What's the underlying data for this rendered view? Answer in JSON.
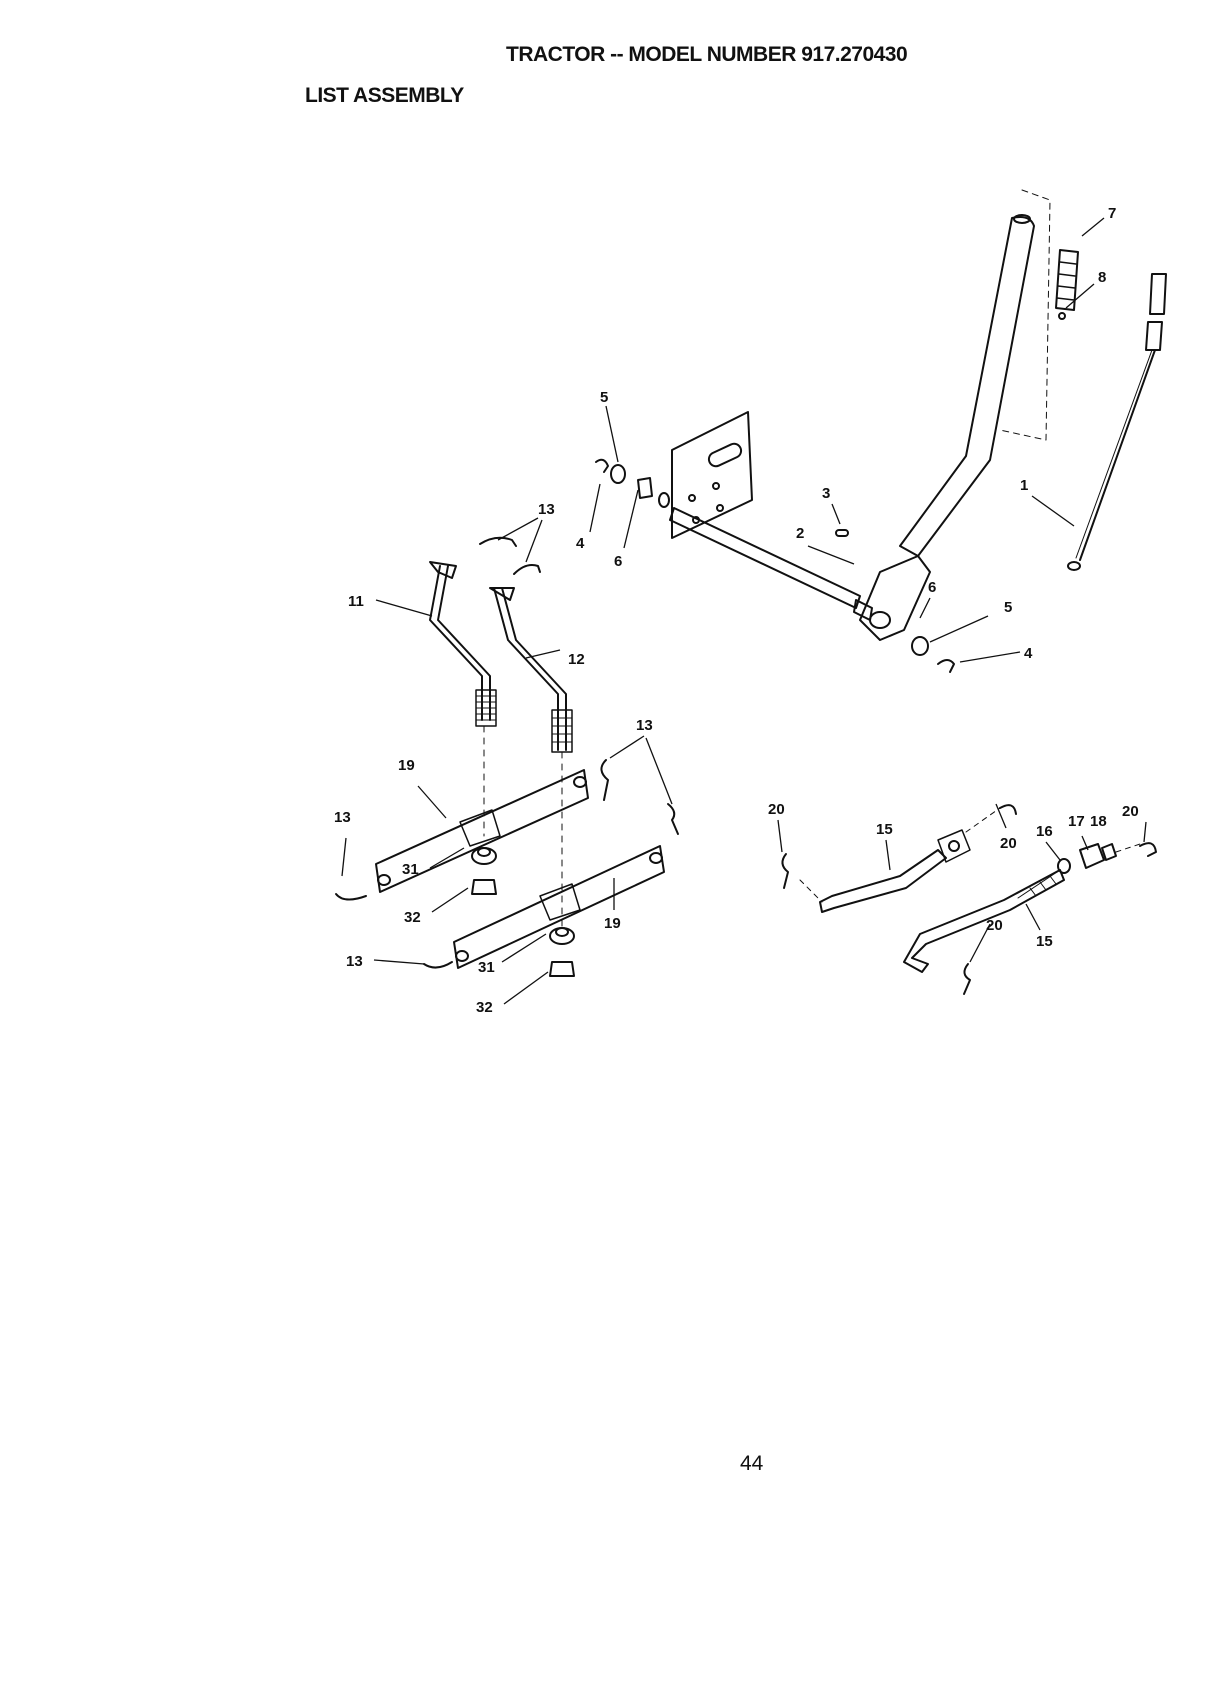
{
  "header": {
    "title": "TRACTOR -- MODEL NUMBER 917.270430",
    "subtitle": "LIST ASSEMBLY"
  },
  "diagram": {
    "callouts": [
      {
        "id": "c7",
        "text": "7"
      },
      {
        "id": "c8",
        "text": "8"
      },
      {
        "id": "c1",
        "text": "1"
      },
      {
        "id": "c5a",
        "text": "5"
      },
      {
        "id": "c3",
        "text": "3"
      },
      {
        "id": "c13a",
        "text": "13"
      },
      {
        "id": "c4a",
        "text": "4"
      },
      {
        "id": "c6a",
        "text": "6"
      },
      {
        "id": "c2",
        "text": "2"
      },
      {
        "id": "c11",
        "text": "11"
      },
      {
        "id": "c6b",
        "text": "6"
      },
      {
        "id": "c5b",
        "text": "5"
      },
      {
        "id": "c4b",
        "text": "4"
      },
      {
        "id": "c12",
        "text": "12"
      },
      {
        "id": "c13b",
        "text": "13"
      },
      {
        "id": "c19a",
        "text": "19"
      },
      {
        "id": "c13c",
        "text": "13"
      },
      {
        "id": "c20a",
        "text": "20"
      },
      {
        "id": "c15a",
        "text": "15"
      },
      {
        "id": "c20b",
        "text": "20"
      },
      {
        "id": "c16",
        "text": "16"
      },
      {
        "id": "c17",
        "text": "17"
      },
      {
        "id": "c18",
        "text": "18"
      },
      {
        "id": "c20c",
        "text": "20"
      },
      {
        "id": "c31a",
        "text": "31"
      },
      {
        "id": "c32a",
        "text": "32"
      },
      {
        "id": "c19b",
        "text": "19"
      },
      {
        "id": "c13d",
        "text": "13"
      },
      {
        "id": "c31b",
        "text": "31"
      },
      {
        "id": "c32b",
        "text": "32"
      },
      {
        "id": "c20d",
        "text": "20"
      },
      {
        "id": "c15b",
        "text": "15"
      }
    ]
  },
  "footer": {
    "page_number": "44"
  }
}
